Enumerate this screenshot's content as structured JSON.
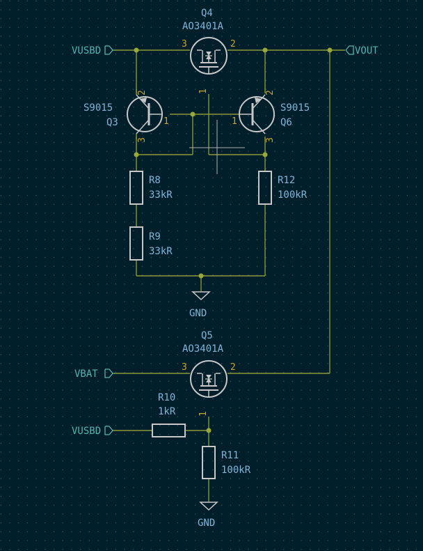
{
  "components": {
    "q4": {
      "ref": "Q4",
      "value": "AO3401A"
    },
    "q5": {
      "ref": "Q5",
      "value": "AO3401A"
    },
    "q3": {
      "ref": "Q3",
      "value": "S9015"
    },
    "q6": {
      "ref": "Q6",
      "value": "S9015"
    },
    "r8": {
      "ref": "R8",
      "value": "33kR"
    },
    "r9": {
      "ref": "R9",
      "value": "33kR"
    },
    "r12": {
      "ref": "R12",
      "value": "100kR"
    },
    "r10": {
      "ref": "R10",
      "value": "1kR"
    },
    "r11": {
      "ref": "R11",
      "value": "100kR"
    }
  },
  "nets": {
    "vusbd_top": "VUSBD",
    "vout": "VOUT",
    "vbat": "VBAT",
    "vusbd_bottom": "VUSBD",
    "gnd_top": "GND",
    "gnd_bottom": "GND"
  },
  "pins": {
    "p1": "1",
    "p2": "2",
    "p3": "3"
  },
  "colors": {
    "background": "#001f2b",
    "wire": "#8a9a36",
    "symbol": "#c8c8c8",
    "reference": "#7fb4d8",
    "net_label": "#54b2b0",
    "pin_number": "#c9a42e",
    "junction": "#9aa838"
  }
}
